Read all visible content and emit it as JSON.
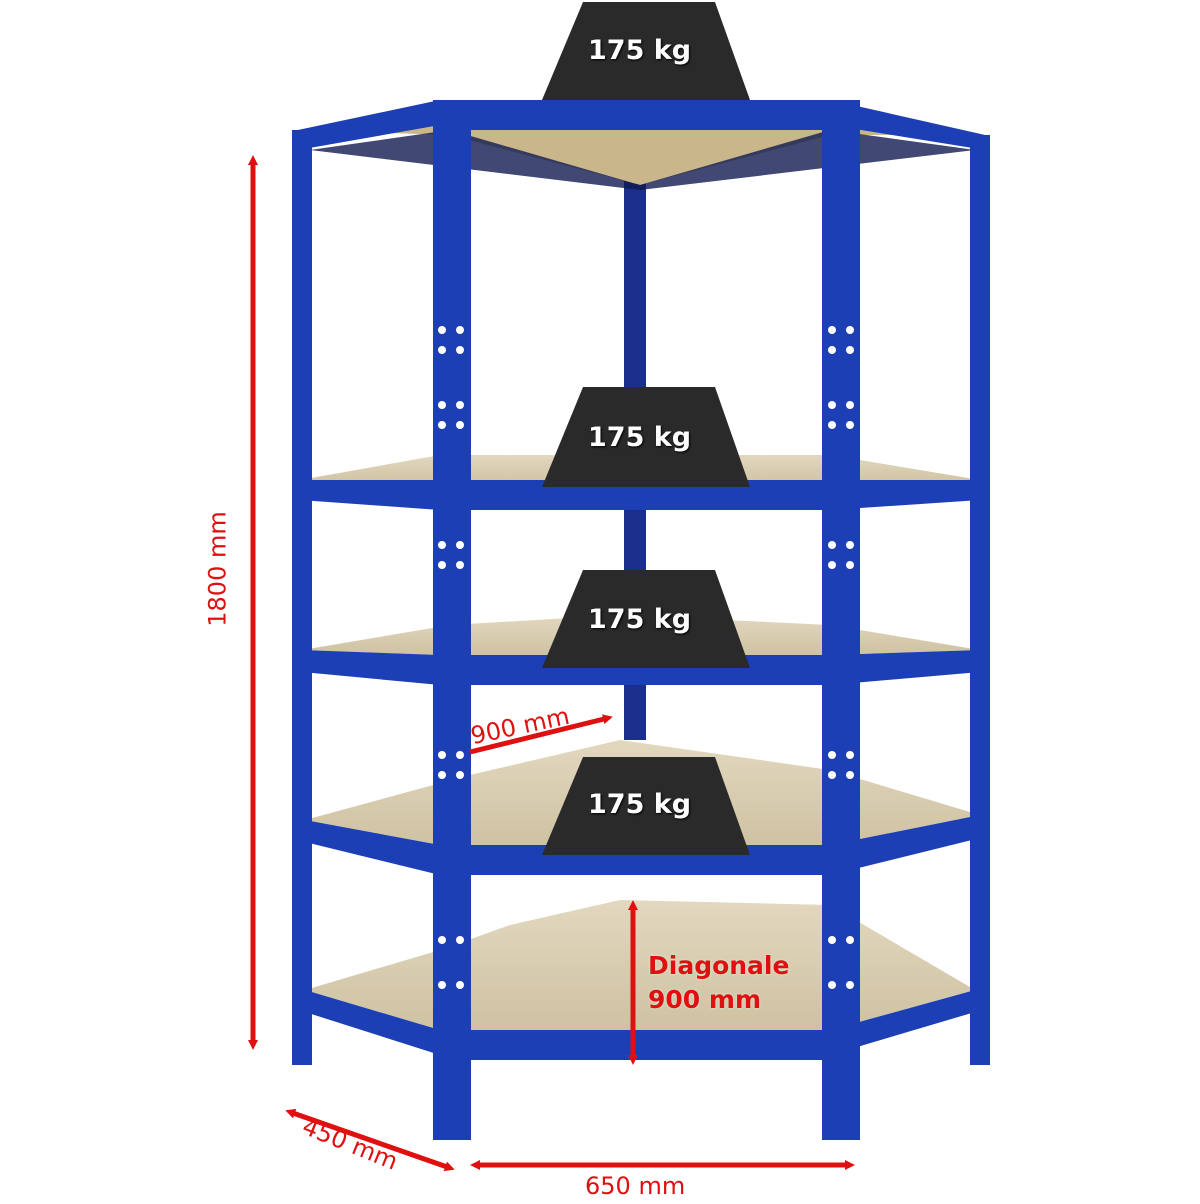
{
  "product": {
    "description": "Blue corner steel shelving unit with 5 chipboard shelves",
    "colors": {
      "frame": "#1d3fb5",
      "frame_dark": "#14287a",
      "shelf": "#d9cdb0",
      "load_block": "#2a2a2a",
      "annotation": "#e01010"
    }
  },
  "dimensions": {
    "height": "1800 mm",
    "depth": "450 mm",
    "width": "650 mm",
    "side_length": "900 mm",
    "diagonal_line1": "Diagonale",
    "diagonal_line2": "900 mm"
  },
  "shelves": [
    {
      "load": "175 kg"
    },
    {
      "load": "175 kg"
    },
    {
      "load": "175 kg"
    },
    {
      "load": "175 kg"
    }
  ]
}
